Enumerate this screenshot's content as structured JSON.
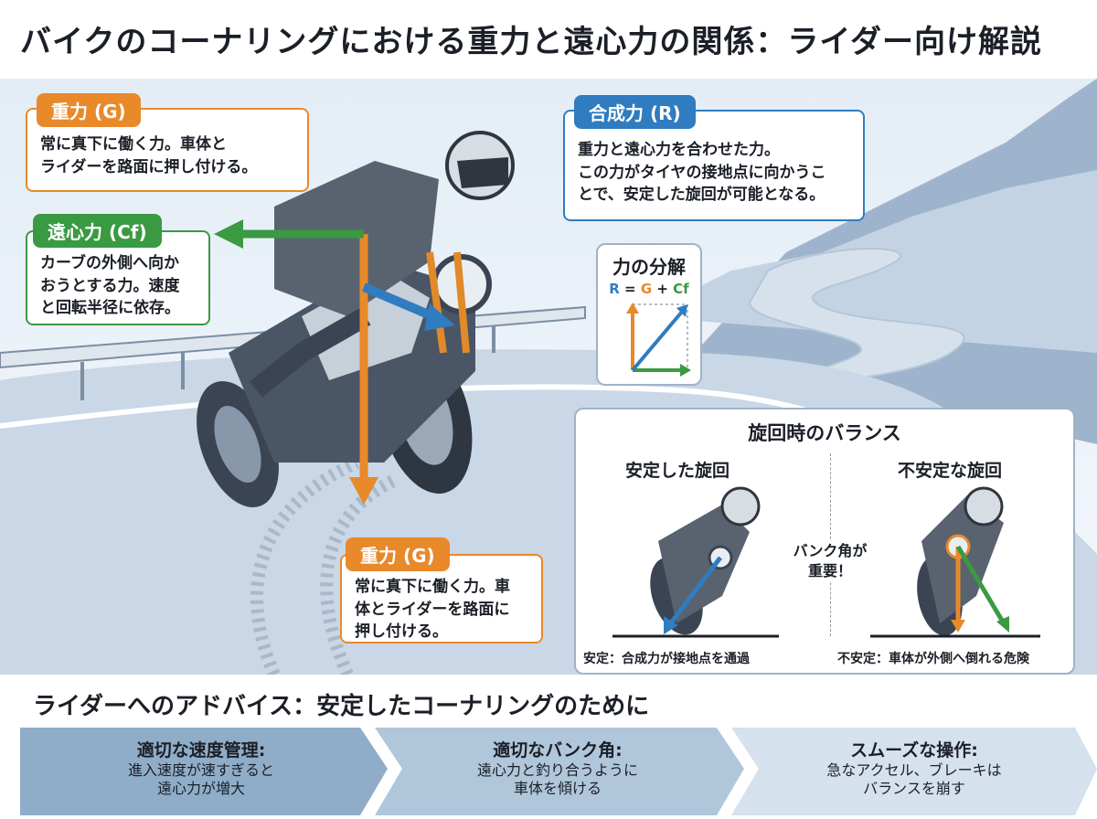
{
  "title": "バイクのコーナリングにおける重力と遠心力の関係：ライダー向け解説",
  "gravity_top": {
    "tag": "重力 (G)",
    "text": "常に真下に働く力。車体と\nライダーを路面に押し付ける。"
  },
  "centrifugal": {
    "tag": "遠心力 (Cf)",
    "text": "カーブの外側へ向か\nおうとする力。速度\nと回転半径に依存。"
  },
  "resultant": {
    "tag": "合成力 (R)",
    "text": "重力と遠心力を合わせた力。\nこの力がタイヤの接地点に向かうこ\nとで、安定した旋回が可能となる。"
  },
  "gravity_bottom": {
    "tag": "重力 (G)",
    "text": "常に真下に働く力。車\n体とライダーを路面に\n押し付ける。"
  },
  "decomposition": {
    "title": "力の分解",
    "formula_r": "R",
    "formula_eq": " = ",
    "formula_g": "G",
    "formula_plus": " + ",
    "formula_cf": "Cf"
  },
  "balance": {
    "title": "旋回時のバランス",
    "stable_label": "安定した旋回",
    "unstable_label": "不安定な旋回",
    "bank_note": "バンク角が\n重要！",
    "stable_caption": "安定：合成力が接地点を通過",
    "unstable_caption": "不安定：車体が外側へ倒れる危険"
  },
  "advice": {
    "title": "ライダーへのアドバイス：安定したコーナリングのために",
    "steps": [
      {
        "heading": "適切な速度管理:",
        "text": "進入速度が速すぎると\n遠心力が増大"
      },
      {
        "heading": "適切なバンク角:",
        "text": "遠心力と釣り合うように\n車体を傾ける"
      },
      {
        "heading": "スムーズな操作:",
        "text": "急なアクセル、ブレーキは\nバランスを崩す"
      }
    ]
  },
  "colors": {
    "gravity": "#e8892a",
    "centrifugal": "#3a9a42",
    "resultant": "#2f7cc0"
  }
}
